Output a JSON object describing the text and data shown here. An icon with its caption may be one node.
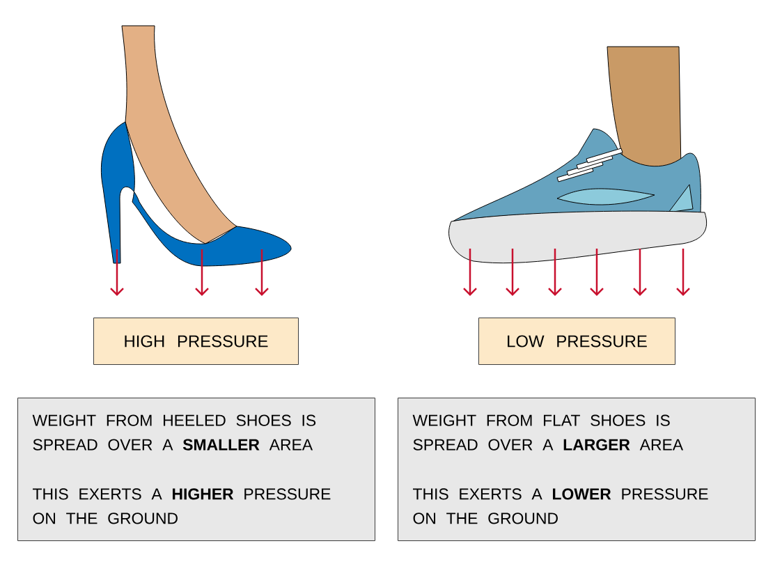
{
  "diagram": {
    "nodes": [
      {
        "text": [
          "HIGH PRESSURE"
        ]
      },
      {
        "text": [
          "LOW PRESSURE"
        ]
      },
      {
        "text": [
          "WEIGHT FROM HEELED SHOES IS SPREAD OVER A **SMALLER** AREA",
          "THIS EXERTS A **HIGHER** PRESSURE ON THE GROUND"
        ]
      },
      {
        "text": [
          "WEIGHT FROM FLAT SHOES IS SPREAD OVER A **LARGER** AREA",
          "THIS EXERTS A **LOWER** PRESSURE ON THE GROUND"
        ]
      }
    ]
  }
}
